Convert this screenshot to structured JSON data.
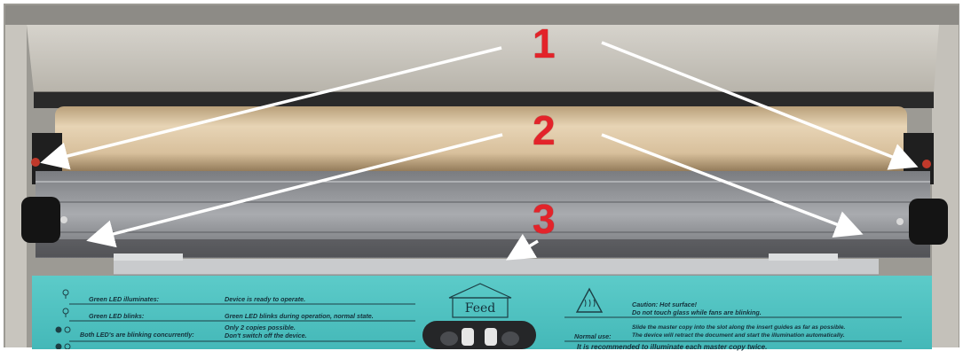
{
  "callouts": {
    "one": "1",
    "two": "2",
    "three": "3"
  },
  "panel": {
    "feed_label": "Feed",
    "rows_left": [
      {
        "term": "Green LED illuminates:",
        "desc1": "Device is ready to operate.",
        "desc2": ""
      },
      {
        "term": "Green LED blinks:",
        "desc1": "Green LED blinks during operation, normal state.",
        "desc2": ""
      },
      {
        "term": "Both LED's are blinking concurrently:",
        "desc1": "Only 2 copies possible.",
        "desc2": "Don't switch off the device."
      }
    ],
    "caution_title": "Caution: Hot surface!",
    "caution_text": "Do not touch glass while fans are blinking.",
    "normal_use_label": "Normal use:",
    "normal_use_text1": "Slide the master copy into the slot along the insert guides as far as possible.",
    "normal_use_text2": "The device will retract the document and start the illumination automatically.",
    "bottom_text": "It is recommended to illuminate each master copy twice."
  },
  "colors": {
    "panel": "#4fc4c4",
    "callout_number": "#e3232a",
    "arrow": "#ffffff",
    "roller": "#d9c3a1"
  }
}
